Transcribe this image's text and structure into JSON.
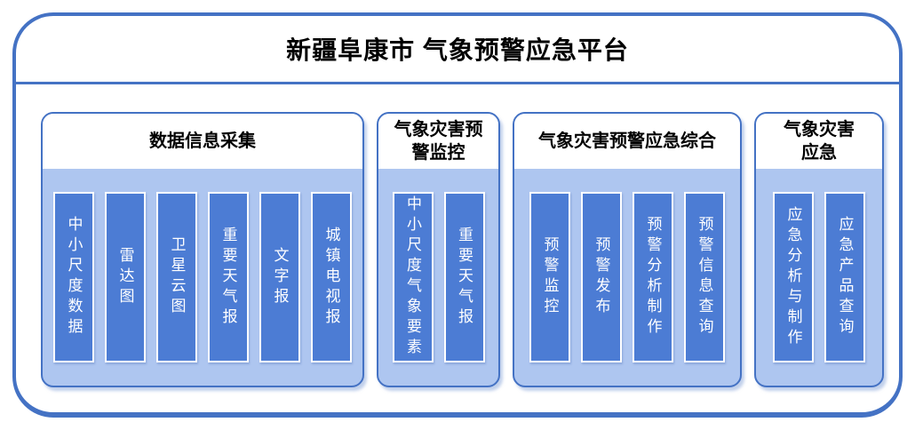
{
  "title": "新疆阜康市 气象预警应急平台",
  "colors": {
    "frame-border": "#4472C4",
    "group-border": "#4472C4",
    "group-body": "#AEC6F0",
    "item-fill": "#4C7CD4",
    "item-border": "#FFFFFF",
    "item-text": "#FFFFFF",
    "heading-text": "#000000",
    "canvas-bg": "#FFFFFF"
  },
  "groups": [
    {
      "header": "数据信息采集",
      "items": [
        "中小尺度数据",
        "雷达图",
        "卫星云图",
        "重要天气报",
        "文字报",
        "城镇电视报"
      ]
    },
    {
      "header": "气象灾害预警监控",
      "items": [
        "中小尺度气象要素",
        "重要天气报"
      ]
    },
    {
      "header": "气象灾害预警应急综合",
      "items": [
        "预警监控",
        "预警发布",
        "预警分析制作",
        "预警信息查询"
      ]
    },
    {
      "header": "气象灾害应急",
      "items": [
        "应急分析与制作",
        "应急产品查询"
      ]
    }
  ]
}
